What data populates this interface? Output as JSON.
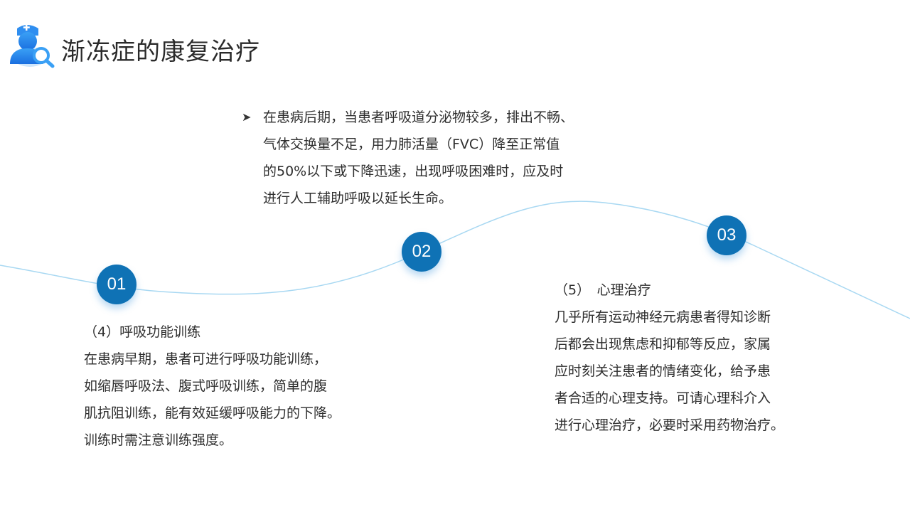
{
  "header": {
    "title": "渐冻症的康复治疗",
    "icon": "doctor-search-icon"
  },
  "colors": {
    "node": "#0f72b5",
    "curve": "#9fd4ef",
    "accent_light": "#5fb8f0"
  },
  "top_block": {
    "bullet_icon": "arrowhead-bullet-icon",
    "lines": [
      "在患病后期，当患者呼吸道分泌物较多，排出不畅、",
      "气体交换量不足，用力肺活量（FVC）降至正常值",
      "的50%以下或下降迅速，出现呼吸困难时，应及时",
      "进行人工辅助呼吸以延长生命。"
    ]
  },
  "nodes": [
    {
      "label": "01"
    },
    {
      "label": "02"
    },
    {
      "label": "03"
    }
  ],
  "left_block": {
    "heading": "（4）呼吸功能训练",
    "lines": [
      "在患病早期，患者可进行呼吸功能训练，",
      "如缩唇呼吸法、腹式呼吸训练，简单的腹",
      "肌抗阻训练，能有效延缓呼吸能力的下降。",
      "训练时需注意训练强度。"
    ]
  },
  "right_block": {
    "heading": "（5）　心理治疗",
    "lines": [
      "几乎所有运动神经元病患者得知诊断",
      "后都会出现焦虑和抑郁等反应，家属",
      "应时刻关注患者的情绪变化，给予患",
      "者合适的心理支持。可请心理科介入",
      "进行心理治疗，必要时采用药物治疗。"
    ]
  }
}
